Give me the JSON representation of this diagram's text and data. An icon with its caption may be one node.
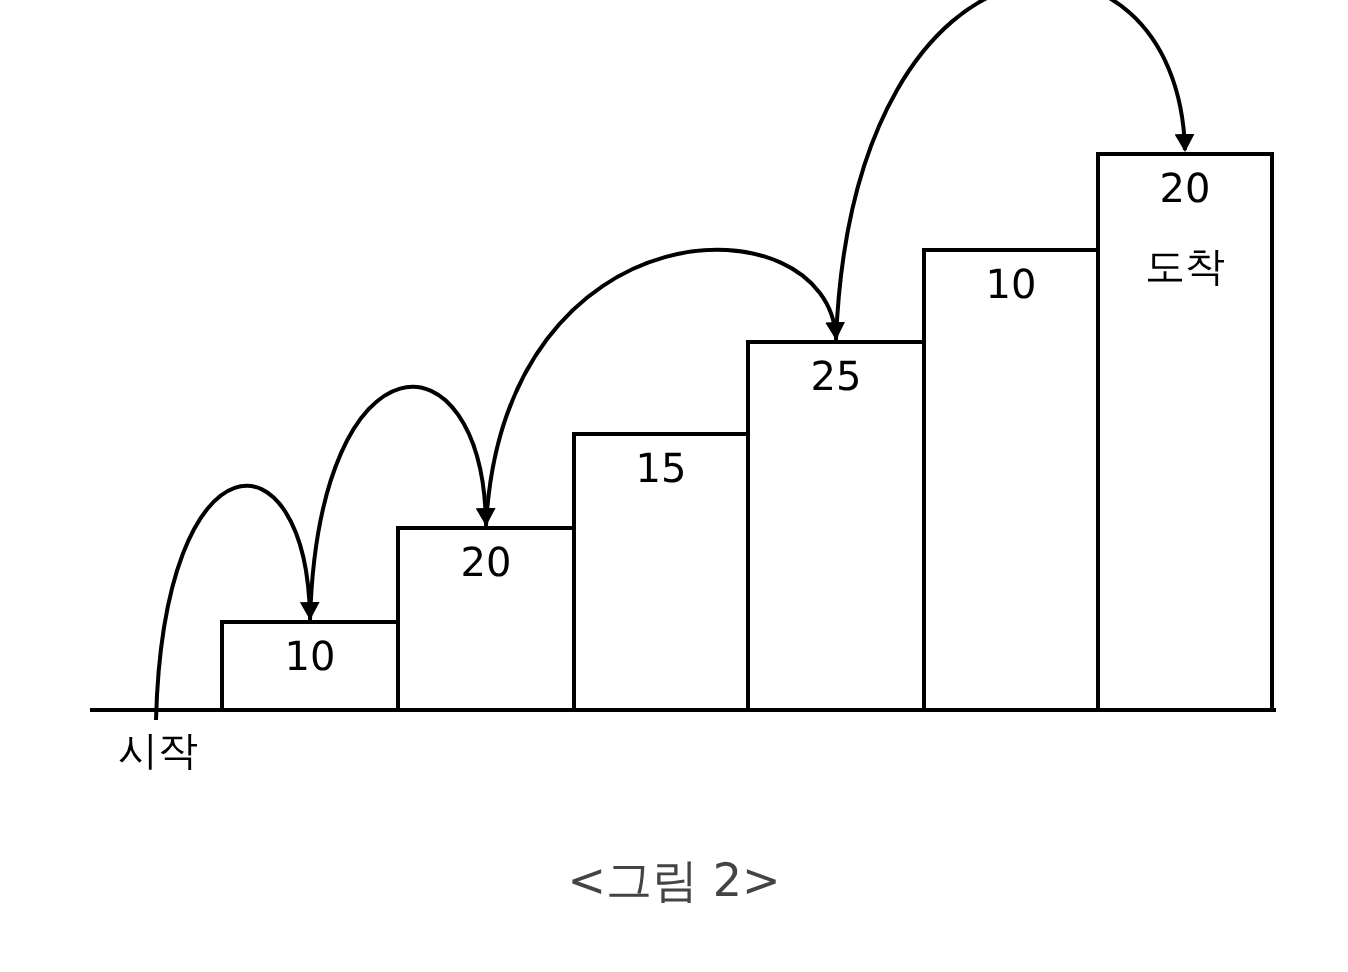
{
  "diagram": {
    "caption": "<그림 2>",
    "nodes": [
      {
        "text": [
          "시작"
        ]
      },
      {
        "text": [
          "10"
        ]
      },
      {
        "text": [
          "20"
        ]
      },
      {
        "text": [
          "15"
        ]
      },
      {
        "text": [
          "25"
        ]
      },
      {
        "text": [
          "10"
        ]
      },
      {
        "text": [
          "20",
          "도착"
        ]
      }
    ],
    "edges": [
      {
        "from": 0,
        "to": 1,
        "arrow": "to"
      },
      {
        "from": 1,
        "to": 2,
        "arrow": "to"
      },
      {
        "from": 2,
        "to": 4,
        "arrow": "to"
      },
      {
        "from": 4,
        "to": 6,
        "arrow": "to"
      }
    ]
  }
}
